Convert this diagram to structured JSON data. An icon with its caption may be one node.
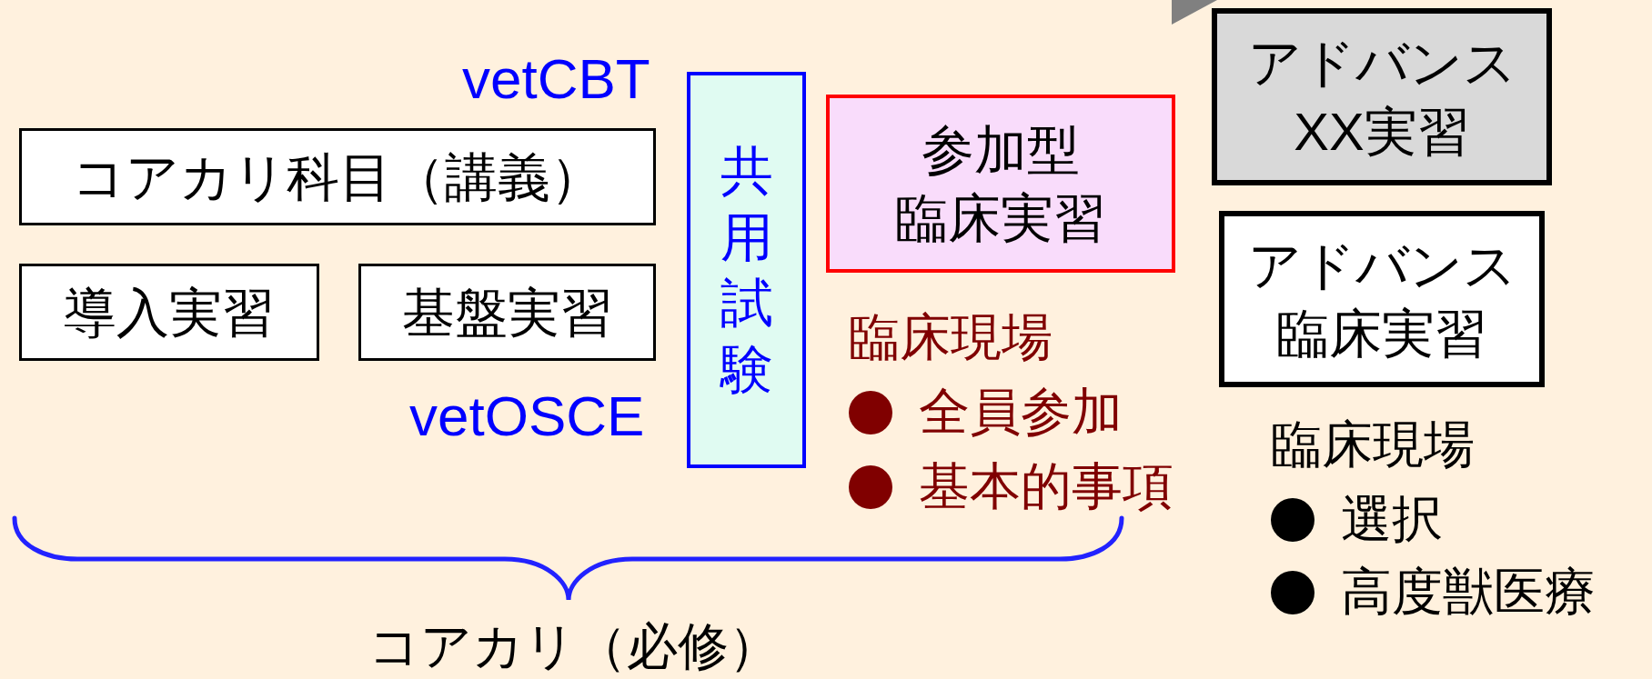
{
  "diagram": {
    "nodes": [
      {
        "text": [
          "コアカリ科目（講義）"
        ]
      },
      {
        "text": [
          "導入実習"
        ]
      },
      {
        "text": [
          "基盤実習"
        ]
      },
      {
        "text": [
          "共用試験"
        ]
      },
      {
        "text": [
          "参加型臨床実習"
        ]
      },
      {
        "text": [
          "アドバンスXX実習"
        ]
      },
      {
        "text": [
          "アドバンス臨床実習"
        ]
      }
    ],
    "labels": [
      "vetCBT",
      "vetOSCE",
      "臨床現場",
      "全員参加",
      "基本的事項",
      "臨床現場",
      "選択",
      "高度獣医療",
      "コアカリ（必修）"
    ]
  }
}
